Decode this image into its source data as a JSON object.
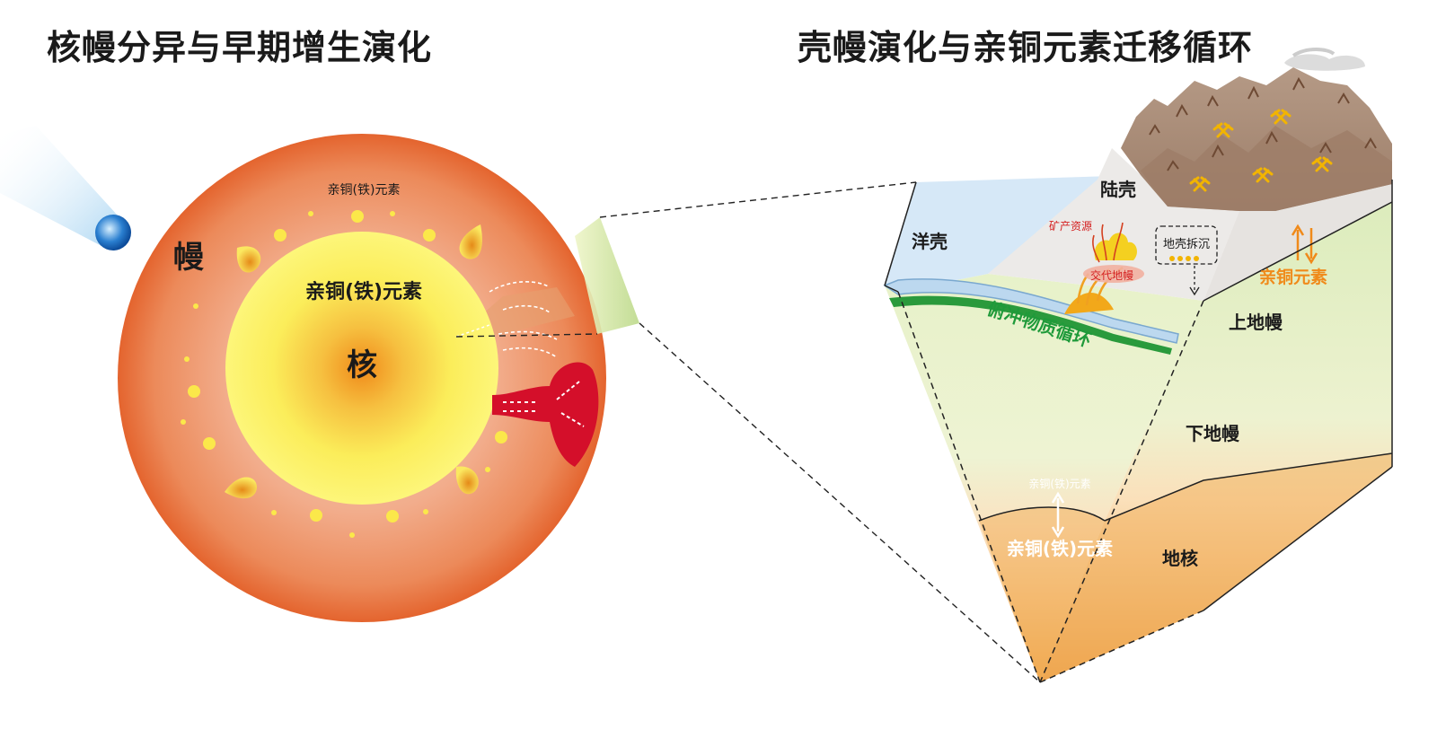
{
  "titles": {
    "left": "核幔分异与早期增生演化",
    "right": "壳幔演化与亲铜元素迁移循环"
  },
  "left_figure": {
    "mantle_label": "幔",
    "core_label": "核",
    "outer_element_label": "亲铜(铁)元素",
    "inner_element_label": "亲铜(铁)元素"
  },
  "right_figure": {
    "ocean_crust": "洋壳",
    "continental_crust": "陆壳",
    "mineral_resources": "矿产资源",
    "metasomatic_mantle": "交代地幔",
    "crust_delamination": "地壳拆沉",
    "chalcophile_elements": "亲铜元素",
    "subduction_cycle": "俯冲物质循环",
    "upper_mantle": "上地幔",
    "lower_mantle": "下地幔",
    "core": "地核",
    "cmb_element_small": "亲铜(铁)元素",
    "cmb_element_large": "亲铜(铁)元素"
  },
  "colors": {
    "mantle_outer": "#e8743a",
    "mantle_inner": "#f4b79a",
    "core_yellow": "#fbf25a",
    "core_center": "#f08a1a",
    "plume_red": "#d40f2a",
    "ocean_blue": "#d7e8f6",
    "upper_mantle_green": "#e3efc4",
    "lower_core_orange": "#f2b060",
    "subduction_green": "#1f9a3a",
    "element_orange": "#f08a1a",
    "resource_red": "#d42020",
    "mountain_brown": "#a08068"
  }
}
